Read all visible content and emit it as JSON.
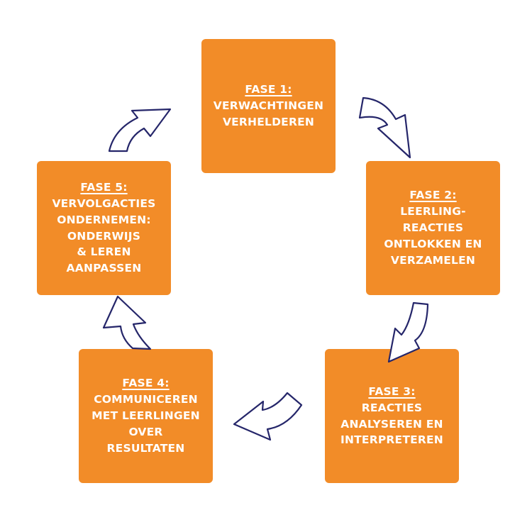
{
  "phases": [
    {
      "title": "FASE 1:",
      "lines": [
        "VERWACHTINGEN",
        "VERHELDEREN"
      ]
    },
    {
      "title": "FASE 2:",
      "lines": [
        "LEERLING-",
        "REACTIES",
        "ONTLOKKEN EN",
        "VERZAMELEN"
      ]
    },
    {
      "title": "FASE 3:",
      "lines": [
        "REACTIES",
        "ANALYSEREN EN",
        "INTERPRETEREN"
      ]
    },
    {
      "title": "FASE 4:",
      "lines": [
        "COMMUNICEREN",
        "MET LEERLINGEN",
        "OVER",
        "RESULTATEN"
      ]
    },
    {
      "title": "FASE 5:",
      "lines": [
        "VERVOLGACTIES",
        "ONDERNEMEN:",
        "ONDERWIJS",
        "& LEREN",
        "AANPASSEN"
      ]
    }
  ],
  "colors": {
    "box": "#F28C28",
    "text": "#FFFFFF",
    "arrow_outline": "#25266A",
    "arrow_fill": "#FFFFFF"
  }
}
